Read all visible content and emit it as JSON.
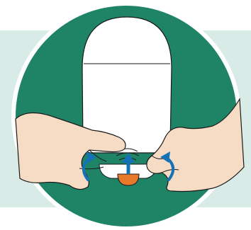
{
  "illustration": {
    "icon": "ostomy-pouch-peel-icon",
    "colors": {
      "background": "#ffffff",
      "band": "#d9ebe6",
      "circle": "#1f8466",
      "circle_rim": "#ffffff",
      "pouch": "#ffffff",
      "outline": "#1a1a1a",
      "skin": "#f6dcc4",
      "flange_tab": "#e8792a",
      "arrow": "#1672b6"
    },
    "arrows": [
      "curve-up-left",
      "straight-up",
      "curve-up-right"
    ]
  }
}
